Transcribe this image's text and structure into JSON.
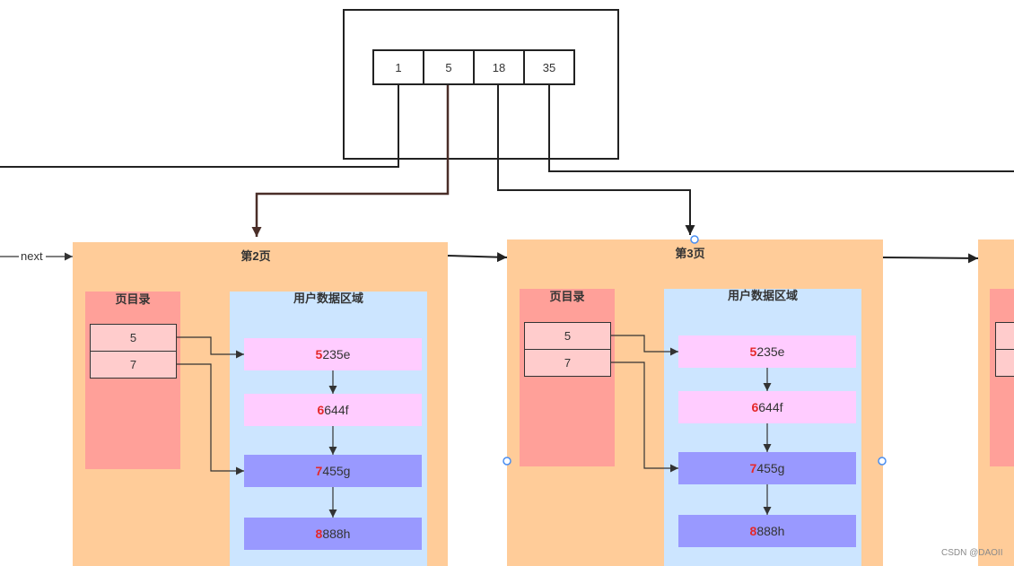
{
  "root_node": {
    "keys": [
      "1",
      "5",
      "18",
      "35"
    ]
  },
  "next_label": "next",
  "pages": [
    {
      "title": "第2页",
      "directory": {
        "title": "页目录",
        "slots": [
          "5",
          "7"
        ]
      },
      "user_data": {
        "title": "用户数据区域",
        "records": [
          {
            "key": "5",
            "rest": "235e",
            "color": "#ffccff"
          },
          {
            "key": "6",
            "rest": "644f",
            "color": "#ffccff"
          },
          {
            "key": "7",
            "rest": "455g",
            "color": "#9999ff"
          },
          {
            "key": "8",
            "rest": "888h",
            "color": "#9999ff"
          }
        ]
      }
    },
    {
      "title": "第3页",
      "directory": {
        "title": "页目录",
        "slots": [
          "5",
          "7"
        ]
      },
      "user_data": {
        "title": "用户数据区域",
        "records": [
          {
            "key": "5",
            "rest": "235e",
            "color": "#ffccff"
          },
          {
            "key": "6",
            "rest": "644f",
            "color": "#ffccff"
          },
          {
            "key": "7",
            "rest": "455g",
            "color": "#9999ff"
          },
          {
            "key": "8",
            "rest": "888h",
            "color": "#9999ff"
          }
        ]
      }
    }
  ],
  "watermark": "CSDN @DAOII",
  "colors": {
    "page": "#ffcc99",
    "directory": "#ffa099",
    "directory_slot": "#ffcccc",
    "user_data": "#cce5ff",
    "record_key": "#e5282a",
    "selection_handle": "#4a8ef0"
  }
}
